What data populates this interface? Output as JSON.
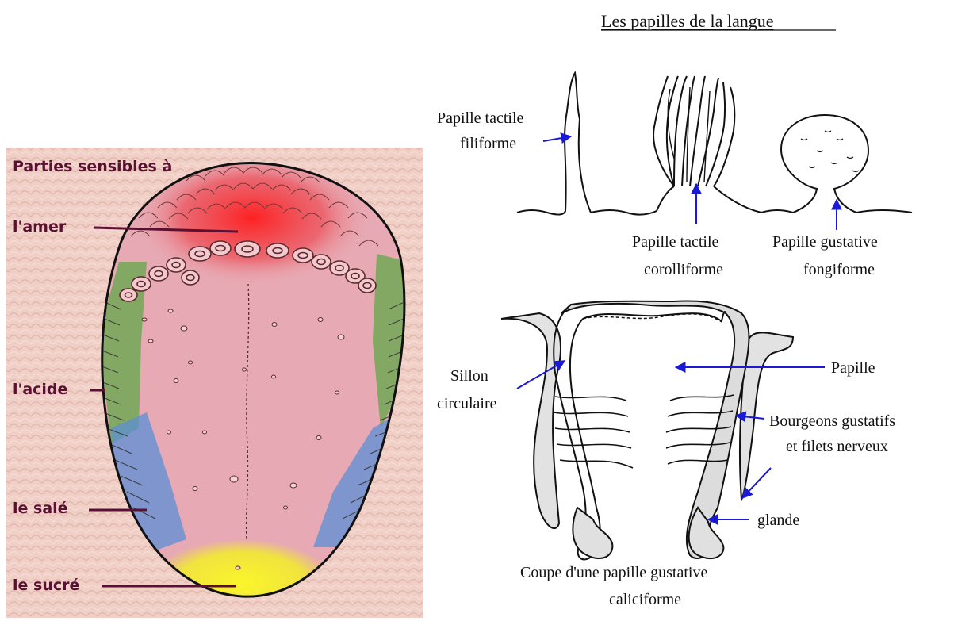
{
  "tongue_panel": {
    "heading": "Parties sensibles à",
    "labels": {
      "bitter": "l'amer",
      "acid": "l'acide",
      "salty": "le salé",
      "sweet": "le sucré"
    },
    "zone_colors": {
      "bitter": "#e8242c",
      "acid": "#6aa84f",
      "salty": "#5b8fd6",
      "sweet": "#f2ee2a",
      "tongue_base": "#e7a9b3",
      "background": "#f0cfc6",
      "label_color": "#5a1030"
    }
  },
  "papillae_panel": {
    "title": "Les papilles de la langue",
    "labels": {
      "filiform": [
        "Papille tactile",
        "filiforme"
      ],
      "corolliform": [
        "Papille tactile",
        "corolliforme"
      ],
      "fungiform": [
        "Papille gustative",
        "fongiforme"
      ],
      "sillon": [
        "Sillon",
        "circulaire"
      ],
      "papille": "Papille",
      "bourgeons": [
        "Bourgeons gustatifs",
        "et filets nerveux"
      ],
      "glande": "glande",
      "coupe": [
        "Coupe d'une papille gustative",
        "caliciforme"
      ]
    },
    "arrow_color": "#1a1ad6"
  }
}
